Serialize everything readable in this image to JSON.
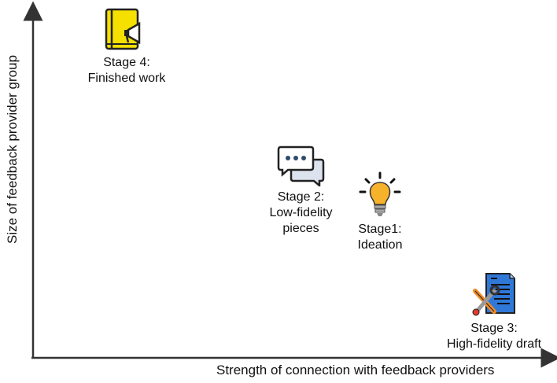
{
  "axes": {
    "x_label": "Strength of connection with feedback providers",
    "y_label": "Size of feedback provider group"
  },
  "stages": [
    {
      "id": "stage4",
      "icon": "book-megaphone-icon",
      "line1": "Stage 4:",
      "line2": "Finished work"
    },
    {
      "id": "stage2",
      "icon": "chat-bubbles-icon",
      "line1": "Stage 2:",
      "line2": "Low-fidelity",
      "line3": "pieces"
    },
    {
      "id": "stage1",
      "icon": "lightbulb-icon",
      "line1": "Stage1:",
      "line2": "Ideation"
    },
    {
      "id": "stage3",
      "icon": "document-tools-icon",
      "line1": "Stage 3:",
      "line2": "High-fidelity draft"
    }
  ],
  "colors": {
    "axis": "#333333",
    "book_yellow": "#f5e000",
    "bulb_orange": "#f7b22b",
    "doc_blue": "#2f78d8"
  }
}
